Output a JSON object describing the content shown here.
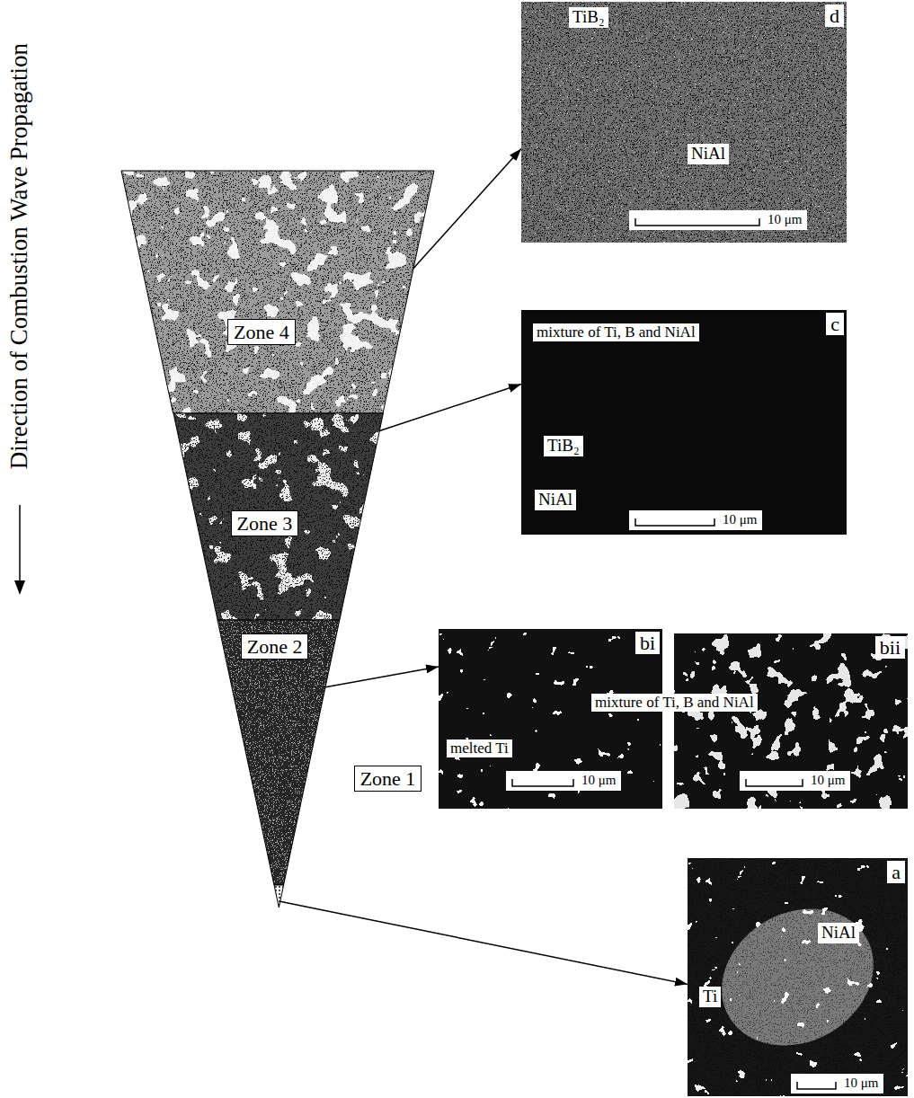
{
  "diagram": {
    "nodes": [
      {
        "text": [
          "Zone 4"
        ]
      },
      {
        "text": [
          "d"
        ]
      },
      {
        "text": [
          "TiB₂"
        ],
        "in": 1
      },
      {
        "text": [
          "NiAl"
        ],
        "in": 1
      },
      {
        "text": [
          "10 μm"
        ],
        "in": 1
      },
      {
        "text": [
          "Zone 3"
        ]
      },
      {
        "text": [
          "c"
        ]
      },
      {
        "text": [
          "mixture of Ti, B and NiAl"
        ],
        "in": 6
      },
      {
        "text": [
          "TiB₂"
        ],
        "in": 6
      },
      {
        "text": [
          "NiAl"
        ],
        "in": 6
      },
      {
        "text": [
          "10 μm"
        ],
        "in": 6
      },
      {
        "text": [
          "Zone 2"
        ]
      },
      {
        "text": [
          "bi"
        ]
      },
      {
        "text": [
          "melted Ti"
        ],
        "in": 12
      },
      {
        "text": [
          "10 μm"
        ],
        "in": 12
      },
      {
        "text": [
          "mixture of Ti, B and NiAl"
        ]
      },
      {
        "text": [
          "bii"
        ]
      },
      {
        "text": [
          "10 μm"
        ],
        "in": 16
      },
      {
        "text": [
          "Zone 1"
        ]
      },
      {
        "text": [
          "a"
        ]
      },
      {
        "text": [
          "NiAl"
        ],
        "in": 19
      },
      {
        "text": [
          "Ti"
        ],
        "in": 19
      },
      {
        "text": [
          "10 μm"
        ],
        "in": 19
      }
    ],
    "edges": [
      {
        "from": 0,
        "to": 1,
        "arrow": "to"
      },
      {
        "from": 5,
        "to": 6,
        "arrow": "to"
      },
      {
        "from": 11,
        "to": 12,
        "arrow": "to"
      },
      {
        "from": 18,
        "to": 19,
        "arrow": "to"
      }
    ],
    "labels": [
      "Direction of Combustion Wave Propagation"
    ]
  }
}
